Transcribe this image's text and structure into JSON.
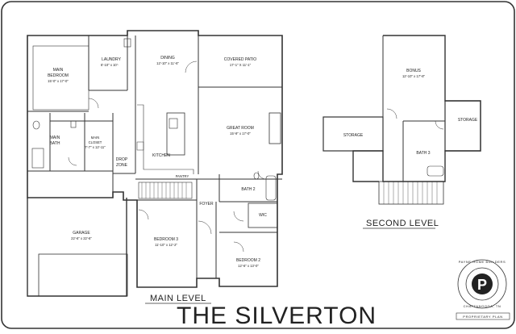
{
  "plan": {
    "title": "THE SILVERTON",
    "main_level_label": "MAIN LEVEL",
    "second_level_label": "SECOND LEVEL"
  },
  "rooms": {
    "main_bedroom": {
      "name1": "MAIN",
      "name2": "BEDROOM",
      "dim": "15'-0\" x 17'-0\""
    },
    "laundry": {
      "name": "LAUNDRY",
      "dim": "6'-10\" x 10'-"
    },
    "dining": {
      "name": "DINING",
      "dim": "12'-10\" x 11'-6\""
    },
    "covered_patio": {
      "name": "COVERED PATIO",
      "dim": "17'-1\" X 11'-1\""
    },
    "main_bath": {
      "name1": "MAIN",
      "name2": "BATH"
    },
    "main_closet": {
      "name1": "MAIN",
      "name2": "CLOSET",
      "dim": "7'-7\" x 12'-11\""
    },
    "great_room": {
      "name": "GREAT ROOM",
      "dim": "15'-9\" x 17'-0\""
    },
    "kitchen": {
      "name": "KITCHEN"
    },
    "drop_zone": {
      "name1": "DROP",
      "name2": "ZONE"
    },
    "pantry": {
      "name": "PANTRY"
    },
    "bath2": {
      "name": "BATH 2"
    },
    "foyer": {
      "name": "FOYER"
    },
    "wic": {
      "name": "WIC"
    },
    "garage": {
      "name": "GARAGE",
      "dim": "22'-6\" x 22'-6\""
    },
    "bedroom3": {
      "name": "BEDROOM 3",
      "dim": "11'-10\" x 12'-2\""
    },
    "bedroom2": {
      "name": "BEDROOM 2",
      "dim": "12'-6\" x 13'-0\""
    },
    "bonus": {
      "name": "BONUS",
      "dim": "12'-10\" x 17'-8\""
    },
    "storage_left": {
      "name": "STORAGE"
    },
    "storage_right": {
      "name": "STORAGE"
    },
    "bath3": {
      "name": "BATH 3"
    }
  },
  "logo": {
    "letter": "P",
    "ring_text_top": "PAYNE HOME BUILDERS",
    "ring_text_bottom": "CHATTANOOGA, TN",
    "banner": "PROPRIETARY PLAN"
  }
}
